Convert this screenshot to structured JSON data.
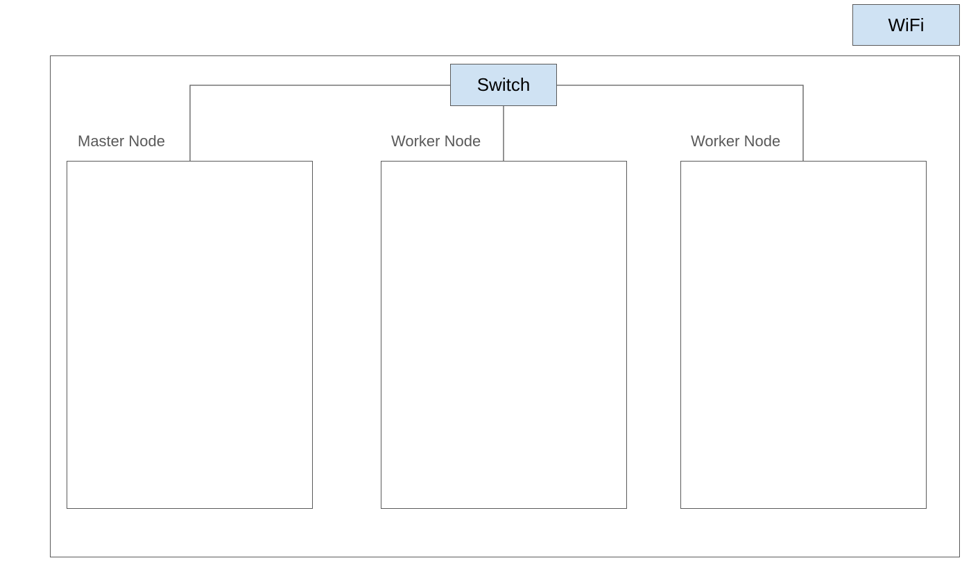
{
  "diagram": {
    "wifi": {
      "label": "WiFi"
    },
    "switch": {
      "label": "Switch"
    },
    "nodes": [
      {
        "label": "Master Node"
      },
      {
        "label": "Worker Node"
      },
      {
        "label": "Worker Node"
      }
    ],
    "colors": {
      "device_fill": "#cfe2f3",
      "stroke": "#595959",
      "label_text": "#595959"
    }
  }
}
